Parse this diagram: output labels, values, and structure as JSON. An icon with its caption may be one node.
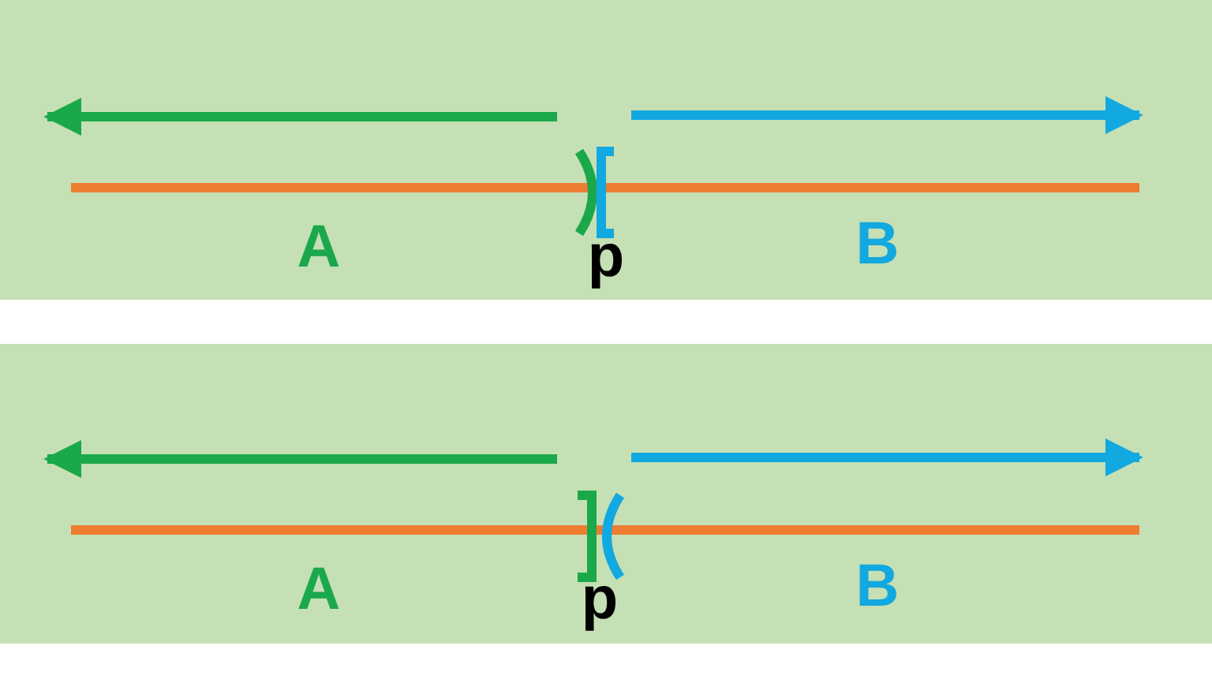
{
  "diagram": {
    "labels": [
      "A",
      "p",
      "B",
      "A",
      "p",
      "B"
    ]
  }
}
